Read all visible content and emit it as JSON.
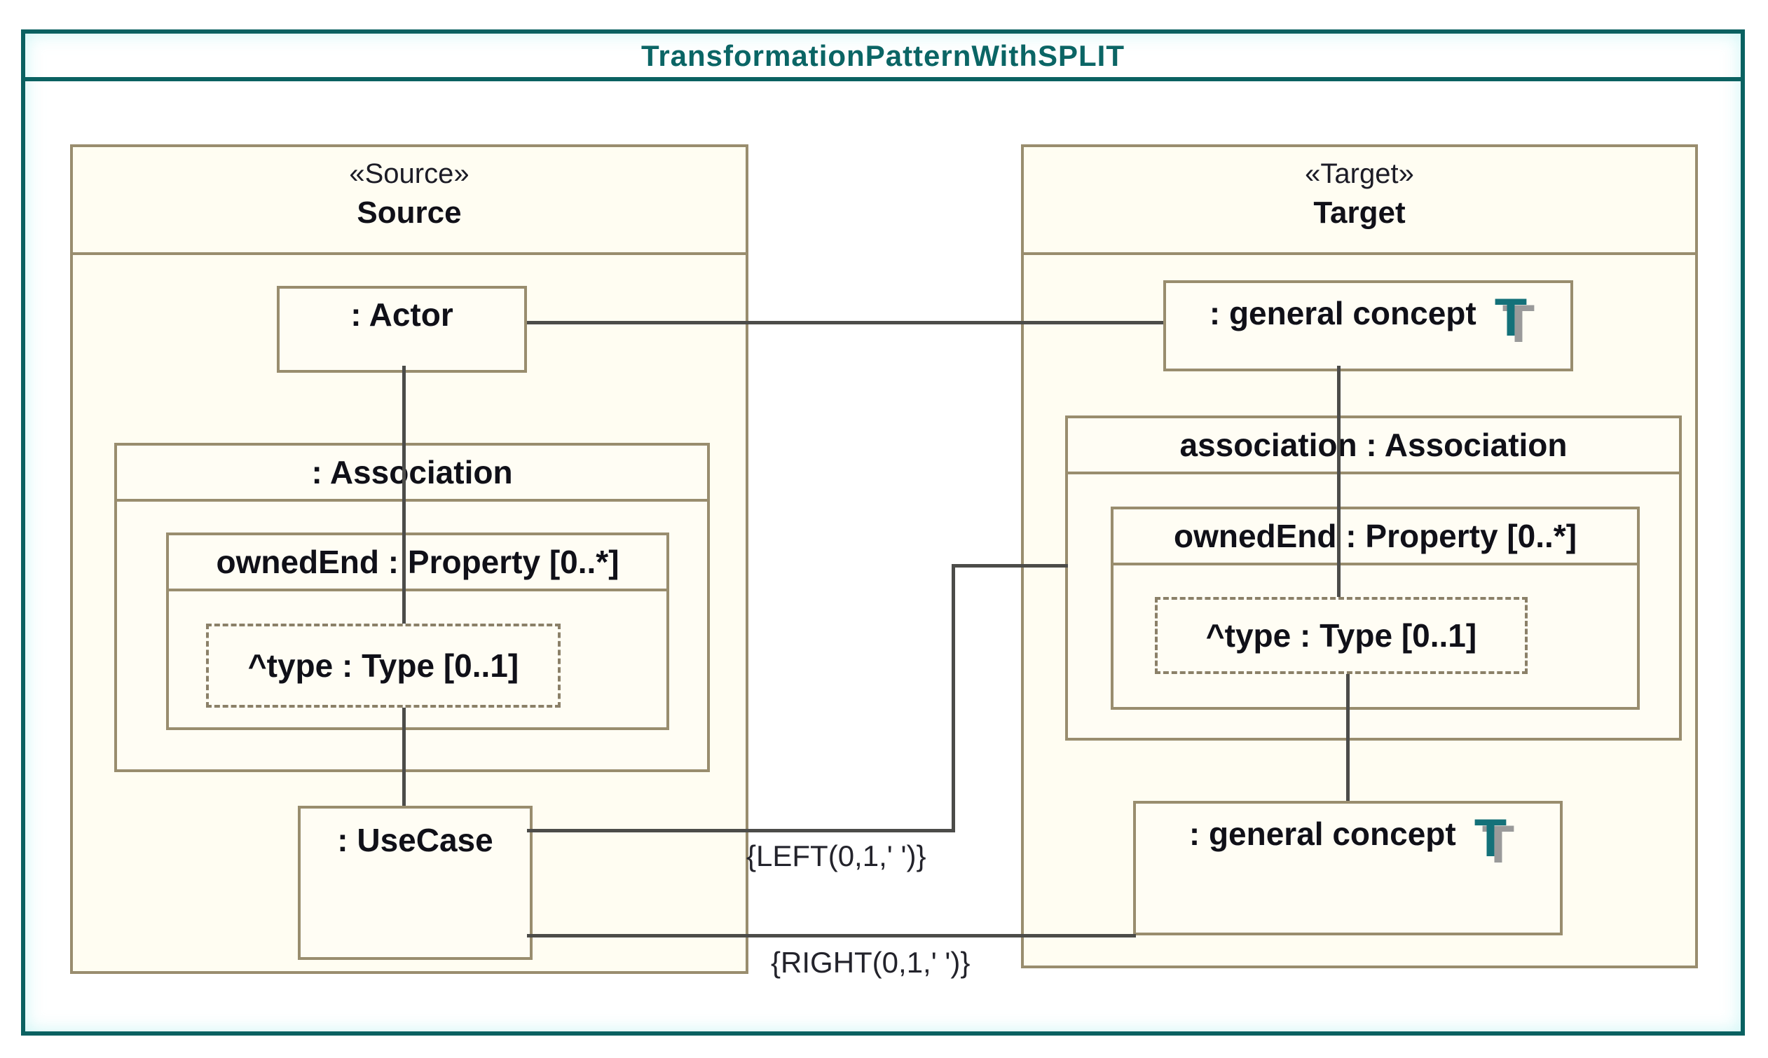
{
  "diagram": {
    "title": "TransformationPatternWithSPLIT",
    "source": {
      "stereotype": "«Source»",
      "name": "Source",
      "actor": ": Actor",
      "association": ": Association",
      "owned_end": "ownedEnd : Property [0..*]",
      "type": "^type : Type [0..1]",
      "usecase": ": UseCase"
    },
    "target": {
      "stereotype": "«Target»",
      "name": "Target",
      "general_concept_top": ": general concept",
      "association": "association : Association",
      "owned_end": "ownedEnd : Property [0..*]",
      "type": "^type : Type [0..1]",
      "general_concept_bottom": ": general concept",
      "concept_icon_glyph": "T"
    },
    "constraints": {
      "left": "{LEFT(0,1,' ')}",
      "right": "{RIGHT(0,1,' ')}"
    },
    "colors": {
      "frame_teal": "#0a6161",
      "title_teal": "#0b6565",
      "box_border_olive": "#998d6e",
      "connector_dark": "#4c4c49",
      "box_fill_cream": "#fffdf2",
      "icon_teal": "#147179",
      "icon_shadow_gray": "#9a9a9a"
    }
  }
}
